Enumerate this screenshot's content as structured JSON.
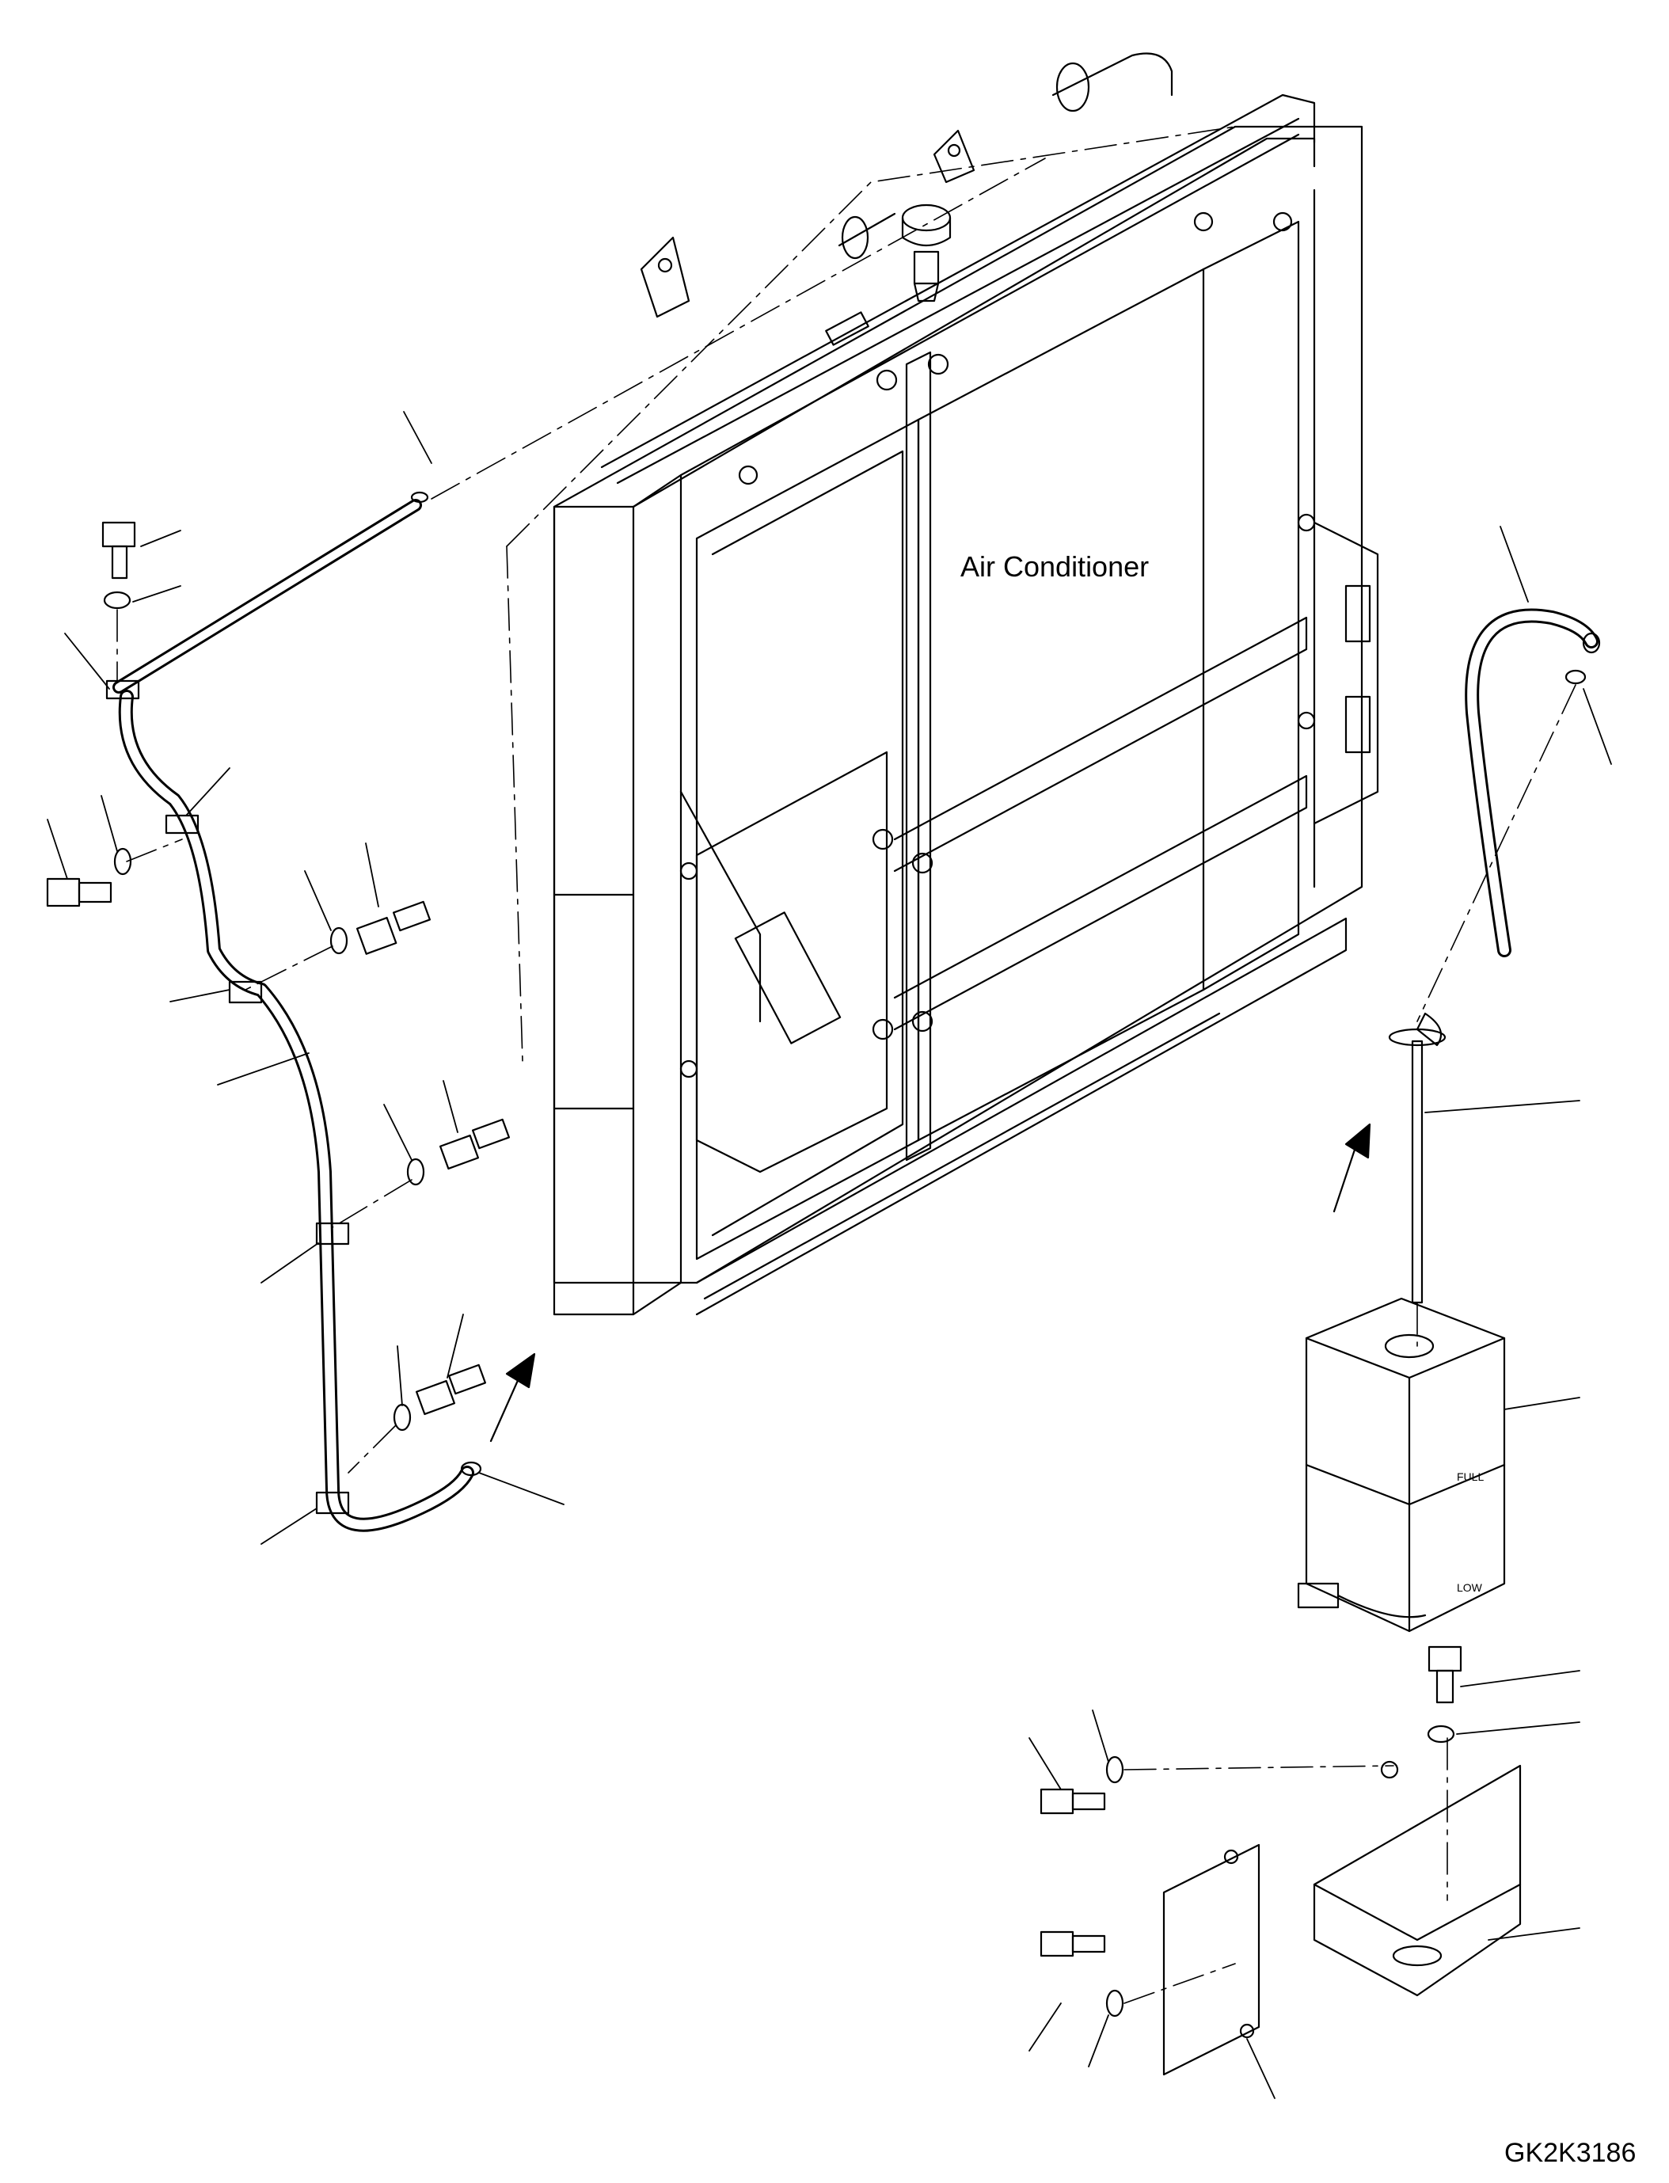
{
  "diagram": {
    "main_label": "Air Conditioner",
    "drawing_code": "GK2K3186",
    "colors": {
      "ink": "#000000",
      "background": "#ffffff"
    },
    "parts": [
      {
        "name": "air-conditioner-unit"
      },
      {
        "name": "drain-hose-left"
      },
      {
        "name": "hose-clamp"
      },
      {
        "name": "bolt"
      },
      {
        "name": "washer"
      },
      {
        "name": "breather-hose-right"
      },
      {
        "name": "level-gauge"
      },
      {
        "name": "reservoir-tank"
      },
      {
        "name": "tank-bracket"
      }
    ]
  }
}
